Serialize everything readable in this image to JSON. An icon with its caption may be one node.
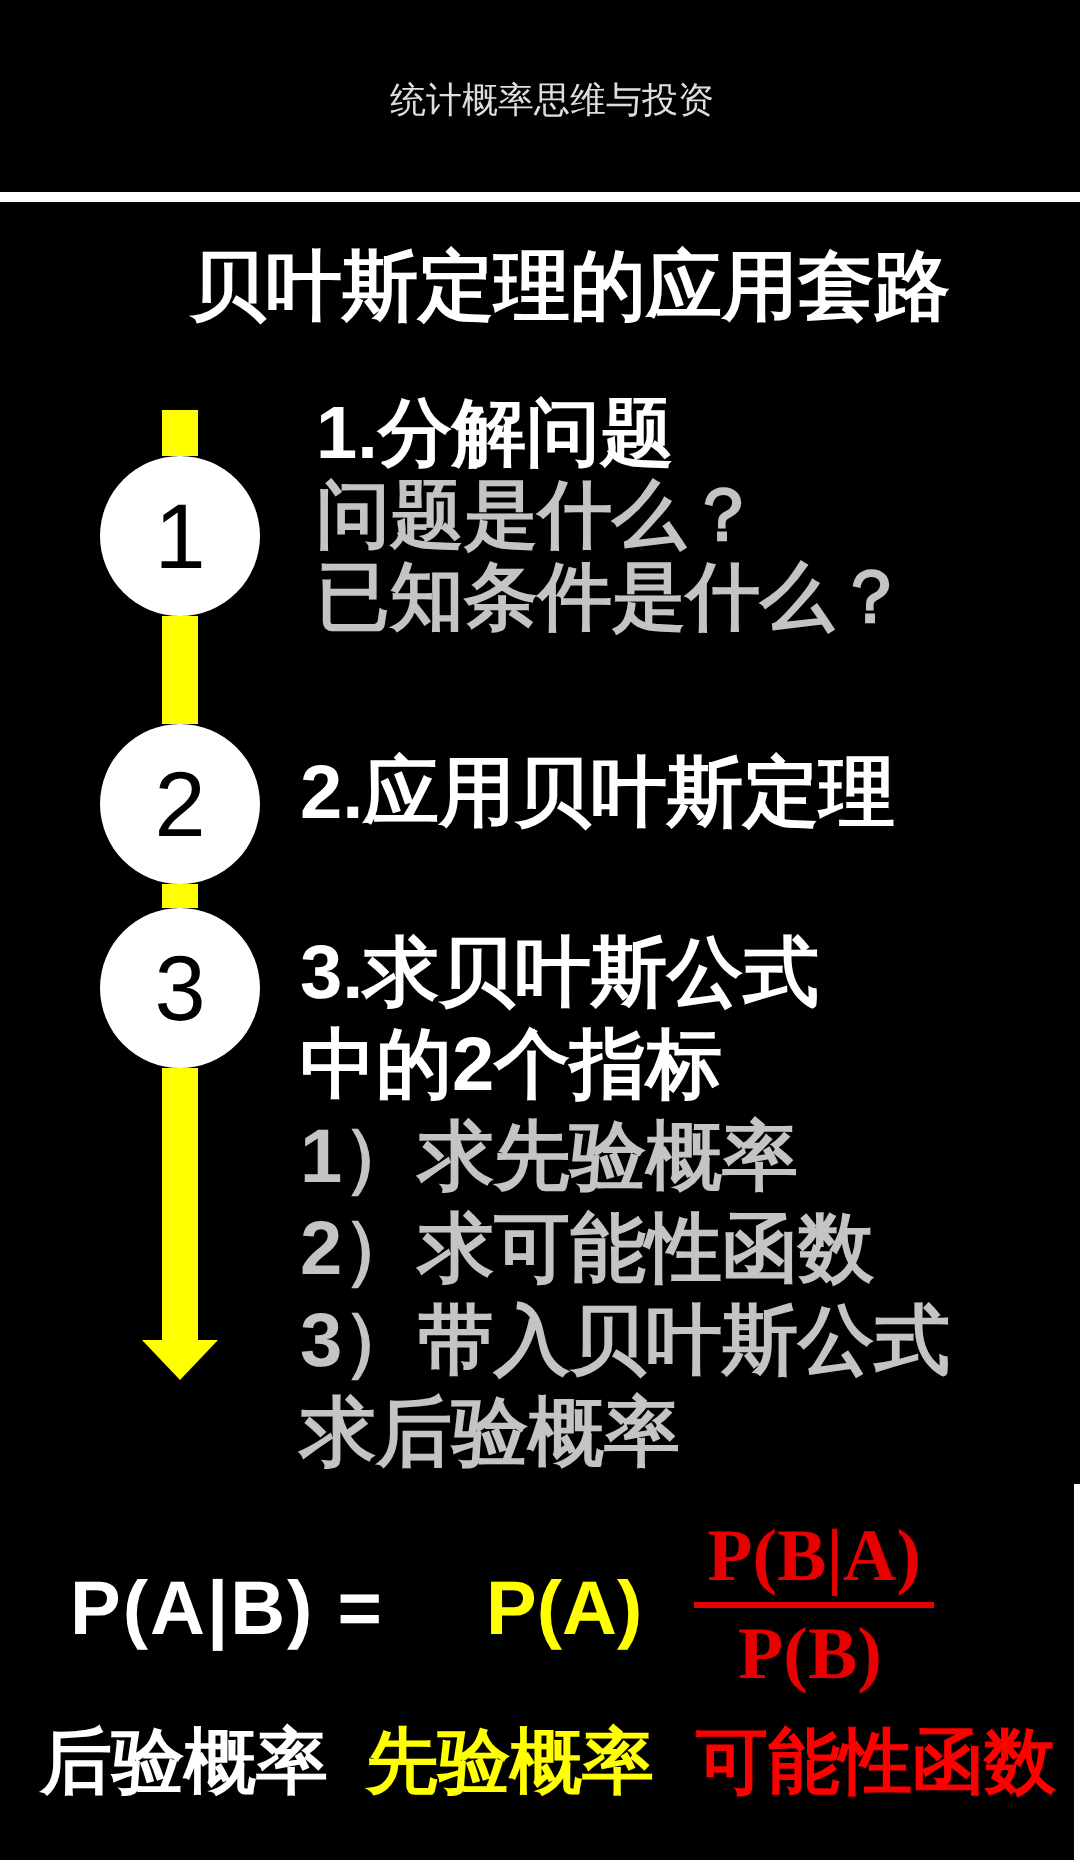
{
  "diagram": {
    "title": "贝叶斯定理的应用套路",
    "nodes": [
      {
        "text": [
          "1"
        ]
      },
      {
        "text": [
          "2"
        ]
      },
      {
        "text": [
          "3"
        ]
      }
    ],
    "edges": [
      {
        "from": null,
        "to": 0,
        "arrow": "none"
      },
      {
        "from": 0,
        "to": 1,
        "arrow": "none"
      },
      {
        "from": 1,
        "to": 2,
        "arrow": "none"
      },
      {
        "from": 2,
        "to": null,
        "arrow": "to"
      }
    ],
    "labels": [
      "统计概率思维与投资",
      "1.分解问题",
      "问题是什么？",
      "已知条件是什么？",
      "2.应用贝叶斯定理",
      "3.求贝叶斯公式中的2个指标",
      "1）求先验概率",
      "2）求可能性函数",
      "3）带入贝叶斯公式求后验概率",
      "P(A|B) =",
      "P(A)",
      "P(B|A)",
      "P(B)",
      "后验概率",
      "先验概率",
      "可能性函数"
    ]
  }
}
